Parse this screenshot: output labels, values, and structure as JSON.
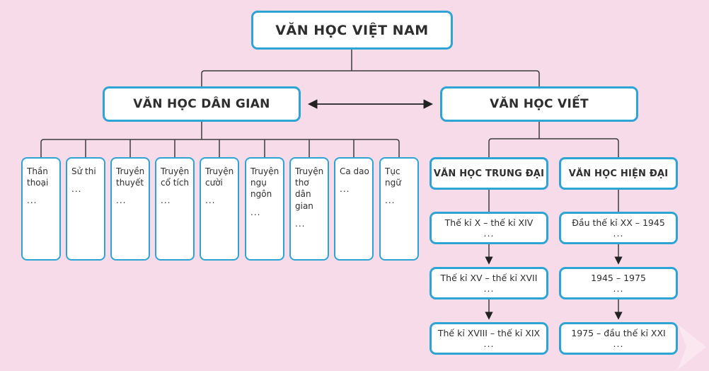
{
  "colors": {
    "background": "#f8dbe8",
    "box_border": "#2ea4d4",
    "box_fill": "#ffffff",
    "connector": "#3c3c3c",
    "text": "#2e2e2e"
  },
  "root": {
    "label": "VĂN HỌC VIỆT NAM"
  },
  "folk": {
    "label": "VĂN HỌC DÂN GIAN"
  },
  "written": {
    "label": "VĂN HỌC VIẾT"
  },
  "genres": [
    {
      "label": "Thần thoại",
      "more": "..."
    },
    {
      "label": "Sử thi",
      "more": "..."
    },
    {
      "label": "Truyền thuyết",
      "more": "..."
    },
    {
      "label": "Truyện cổ tích",
      "more": "..."
    },
    {
      "label": "Truyện cười",
      "more": "..."
    },
    {
      "label": "Truyện ngụ ngôn",
      "more": "..."
    },
    {
      "label": "Truyện thơ dân gian",
      "more": "..."
    },
    {
      "label": "Ca dao",
      "more": "..."
    },
    {
      "label": "Tục ngữ",
      "more": "..."
    }
  ],
  "medieval": {
    "title": "VĂN HỌC TRUNG ĐẠI",
    "stages": [
      {
        "label": "Thế kỉ X – thế kỉ XIV",
        "more": "..."
      },
      {
        "label": "Thế kỉ XV – thế kỉ XVII",
        "more": "..."
      },
      {
        "label": "Thế kỉ XVIII – thế kỉ XIX",
        "more": "..."
      }
    ]
  },
  "modern": {
    "title": "VĂN HỌC HIỆN ĐẠI",
    "stages": [
      {
        "label": "Đầu thế kỉ XX – 1945",
        "more": "..."
      },
      {
        "label": "1945 – 1975",
        "more": "..."
      },
      {
        "label": "1975 – đầu thế kỉ XXI",
        "more": "..."
      }
    ]
  }
}
